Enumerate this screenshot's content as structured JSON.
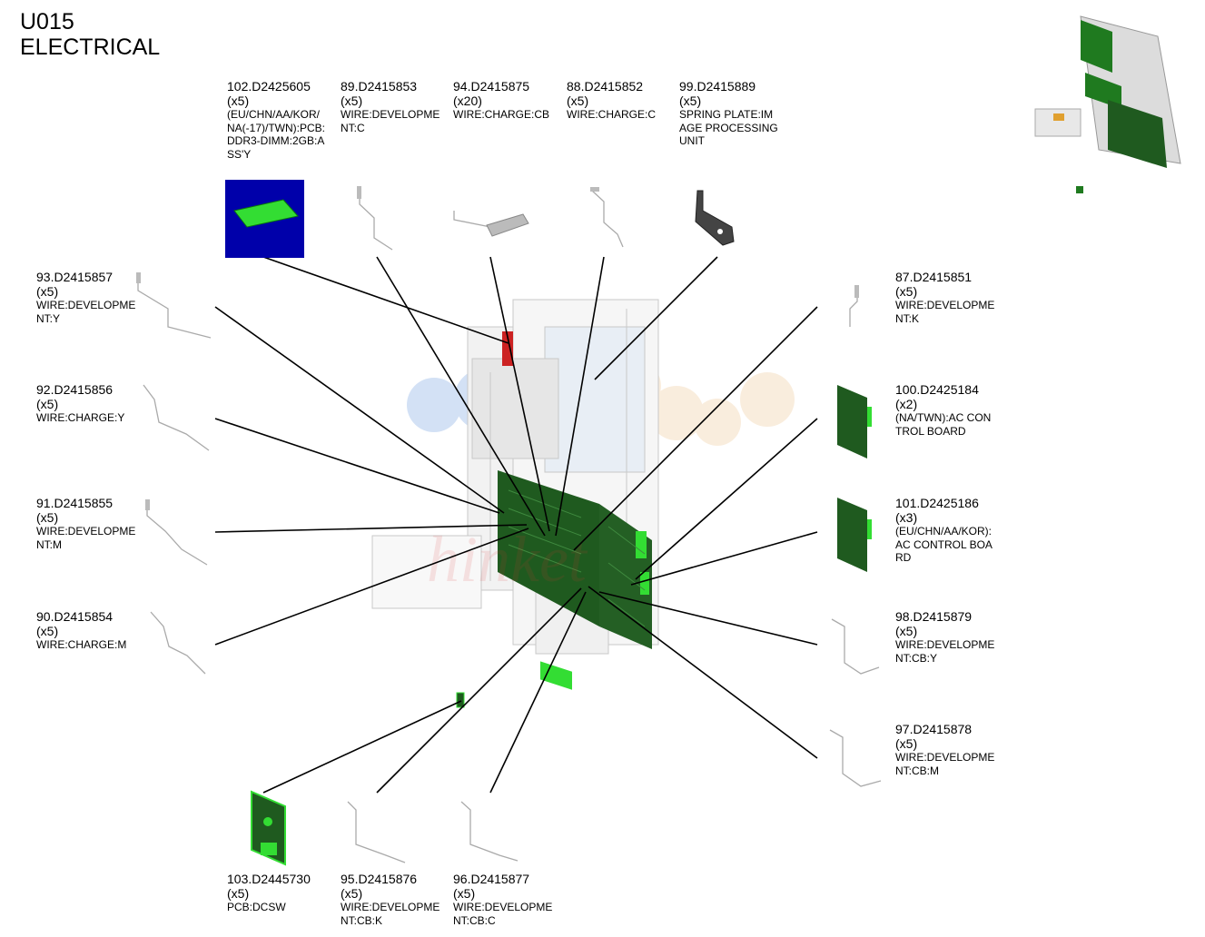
{
  "page": {
    "code": "U015",
    "section": "ELECTRICAL"
  },
  "parts": [
    {
      "key": "p102",
      "number": "102.D2425605",
      "qty": "(x5)",
      "desc": "(EU/CHN/AA/KOR/\nNA(-17)/TWN):PCB:\nDDR3-DIMM:2GB:A\nSS'Y",
      "icon": "ram-module-icon"
    },
    {
      "key": "p89",
      "number": "89.D2415853",
      "qty": "(x5)",
      "desc": "WIRE:DEVELOPME\nNT:C",
      "icon": "wire-icon"
    },
    {
      "key": "p94",
      "number": "94.D2415875",
      "qty": "(x20)",
      "desc": "WIRE:CHARGE:CB",
      "icon": "spring-wire-icon"
    },
    {
      "key": "p88",
      "number": "88.D2415852",
      "qty": "(x5)",
      "desc": "WIRE:CHARGE:C",
      "icon": "wire-icon"
    },
    {
      "key": "p99",
      "number": "99.D2415889",
      "qty": "(x5)",
      "desc": "SPRING PLATE:IM\nAGE PROCESSING\n UNIT",
      "icon": "spring-plate-icon"
    },
    {
      "key": "p93",
      "number": "93.D2415857",
      "qty": "(x5)",
      "desc": "WIRE:DEVELOPME\nNT:Y",
      "icon": "wire-icon"
    },
    {
      "key": "p92",
      "number": "92.D2415856",
      "qty": "(x5)",
      "desc": "WIRE:CHARGE:Y",
      "icon": "wire-icon"
    },
    {
      "key": "p91",
      "number": "91.D2415855",
      "qty": "(x5)",
      "desc": "WIRE:DEVELOPME\nNT:M",
      "icon": "wire-icon"
    },
    {
      "key": "p90",
      "number": "90.D2415854",
      "qty": "(x5)",
      "desc": "WIRE:CHARGE:M",
      "icon": "wire-icon"
    },
    {
      "key": "p87",
      "number": "87.D2415851",
      "qty": "(x5)",
      "desc": "WIRE:DEVELOPME\nNT:K",
      "icon": "wire-icon"
    },
    {
      "key": "p100",
      "number": "100.D2425184",
      "qty": "(x2)",
      "desc": "(NA/TWN):AC CON\nTROL BOARD",
      "icon": "circuit-board-icon"
    },
    {
      "key": "p101",
      "number": "101.D2425186",
      "qty": "(x3)",
      "desc": "(EU/CHN/AA/KOR):\nAC CONTROL BOA\nRD",
      "icon": "circuit-board-icon"
    },
    {
      "key": "p98",
      "number": "98.D2415879",
      "qty": "(x5)",
      "desc": "WIRE:DEVELOPME\nNT:CB:Y",
      "icon": "wire-icon"
    },
    {
      "key": "p97",
      "number": "97.D2415878",
      "qty": "(x5)",
      "desc": "WIRE:DEVELOPME\nNT:CB:M",
      "icon": "wire-icon"
    },
    {
      "key": "p103",
      "number": "103.D2445730",
      "qty": "(x5)",
      "desc": "PCB:DCSW",
      "icon": "pcb-switch-icon"
    },
    {
      "key": "p95",
      "number": "95.D2415876",
      "qty": "(x5)",
      "desc": "WIRE:DEVELOPME\nNT:CB:K",
      "icon": "wire-icon"
    },
    {
      "key": "p96",
      "number": "96.D2415877",
      "qty": "(x5)",
      "desc": "WIRE:DEVELOPME\nNT:CB:C",
      "icon": "wire-icon"
    }
  ],
  "colors": {
    "board_green": "#1f5a1f",
    "highlight_green": "#33dd33",
    "ram_background": "#0000aa",
    "highlight_red": "#cc2222",
    "leader_line": "#000000"
  }
}
